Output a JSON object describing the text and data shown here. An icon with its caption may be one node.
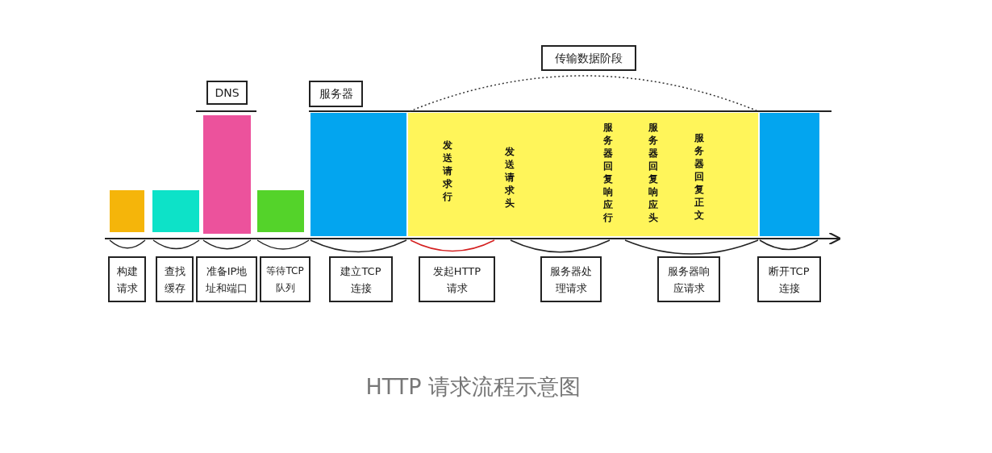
{
  "diagram": {
    "caption": "HTTP 请求流程示意图",
    "nodes": [
      {
        "text": [
          "传输数据阶段"
        ]
      },
      {
        "text": [
          "DNS"
        ]
      },
      {
        "text": [
          "服务器"
        ]
      },
      {
        "text": [],
        "shape": "bar"
      },
      {
        "text": [],
        "shape": "bar"
      },
      {
        "text": [],
        "shape": "bar"
      },
      {
        "text": [],
        "shape": "bar"
      },
      {
        "text": [],
        "shape": "bar"
      },
      {
        "text": [],
        "shape": "bar"
      },
      {
        "text": [],
        "shape": "bar"
      },
      {
        "text": [
          "构建请求"
        ]
      },
      {
        "text": [
          "查找缓存"
        ]
      },
      {
        "text": [
          "准备IP地址和端口"
        ]
      },
      {
        "text": [
          "等待TCP队列"
        ]
      },
      {
        "text": [
          "建立TCP连接"
        ]
      },
      {
        "text": [
          "发起HTTP请求"
        ]
      },
      {
        "text": [
          "服务器处理请求"
        ]
      },
      {
        "text": [
          "服务器响应请求"
        ]
      },
      {
        "text": [
          "断开TCP连接"
        ]
      }
    ],
    "labels": [
      "发送请求行",
      "发送请求头",
      "服务器回复响应行",
      "服务器回复响应头",
      "服务器回复正文"
    ]
  }
}
